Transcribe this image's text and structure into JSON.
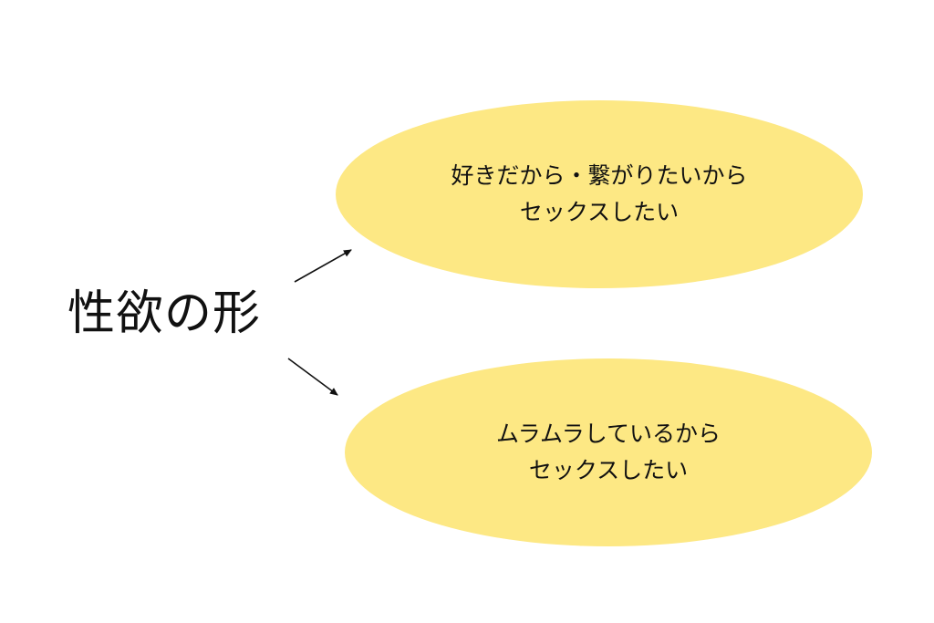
{
  "colors": {
    "ellipse_fill": "#fde884",
    "text": "#111111",
    "arrow": "#111111",
    "background": "#ffffff"
  },
  "root": {
    "label": "性欲の形"
  },
  "nodes": [
    {
      "line1": "好きだから・繋がりたいから",
      "line2": "セックスしたい"
    },
    {
      "line1": "ムラムラしているから",
      "line2": "セックスしたい"
    }
  ]
}
